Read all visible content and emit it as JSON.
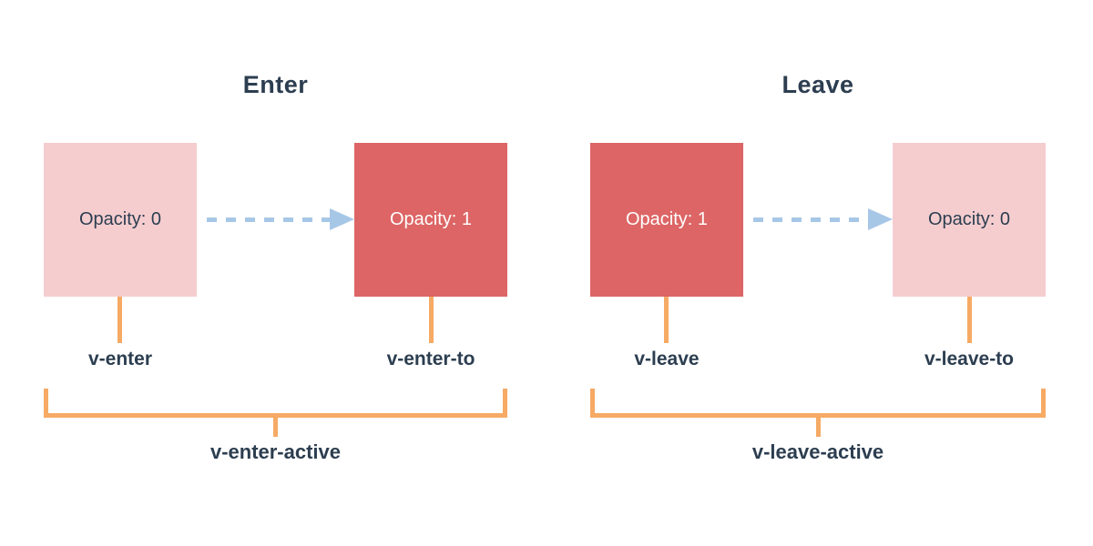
{
  "colors": {
    "text_dark": "#2c3e50",
    "text_light": "#ffffff",
    "box_visible": "#dd6565",
    "box_hidden": "#f5cdcf",
    "arrow_blue": "#a7c7e7",
    "bracket_orange": "#f6aa64"
  },
  "sections": [
    {
      "title": "Enter",
      "from_box": {
        "text": "Opacity: 0",
        "variant": "hidden"
      },
      "to_box": {
        "text": "Opacity: 1",
        "variant": "visible"
      },
      "from_label": "v-enter",
      "to_label": "v-enter-to",
      "active_label": "v-enter-active"
    },
    {
      "title": "Leave",
      "from_box": {
        "text": "Opacity: 1",
        "variant": "visible"
      },
      "to_box": {
        "text": "Opacity: 0",
        "variant": "hidden"
      },
      "from_label": "v-leave",
      "to_label": "v-leave-to",
      "active_label": "v-leave-active"
    }
  ]
}
